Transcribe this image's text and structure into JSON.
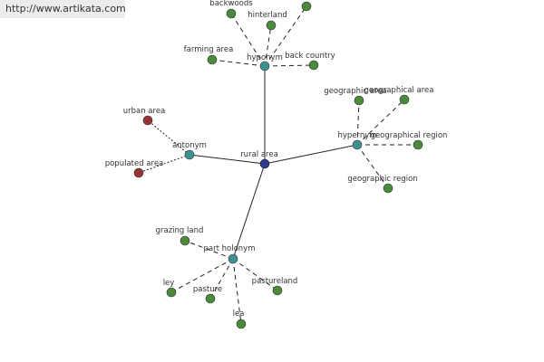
{
  "watermark": "http://www.artikata.com",
  "colors": {
    "center": "#2b3a8f",
    "relation": "#3f9191",
    "term": "#4a8a3a",
    "antonym_term": "#963333",
    "solid_edge": "#222222",
    "dashed_edge": "#222222"
  },
  "center": {
    "id": "rural-area",
    "label": "rural area"
  },
  "relations": [
    {
      "id": "hyponym",
      "label": "hyponym",
      "terms": [
        "backwoods",
        "hinterland",
        "",
        "farming area",
        "back country"
      ]
    },
    {
      "id": "hypernym",
      "label": "hypernym",
      "terms": [
        "geographic area",
        "geographical area",
        "geographical region",
        "geographic region"
      ]
    },
    {
      "id": "antonym",
      "label": "antonym",
      "terms": [
        "urban area",
        "populated area"
      ]
    },
    {
      "id": "part-holonym",
      "label": "part holonym",
      "terms": [
        "grazing land",
        "ley",
        "pasture",
        "lea",
        "pastureland"
      ]
    }
  ]
}
